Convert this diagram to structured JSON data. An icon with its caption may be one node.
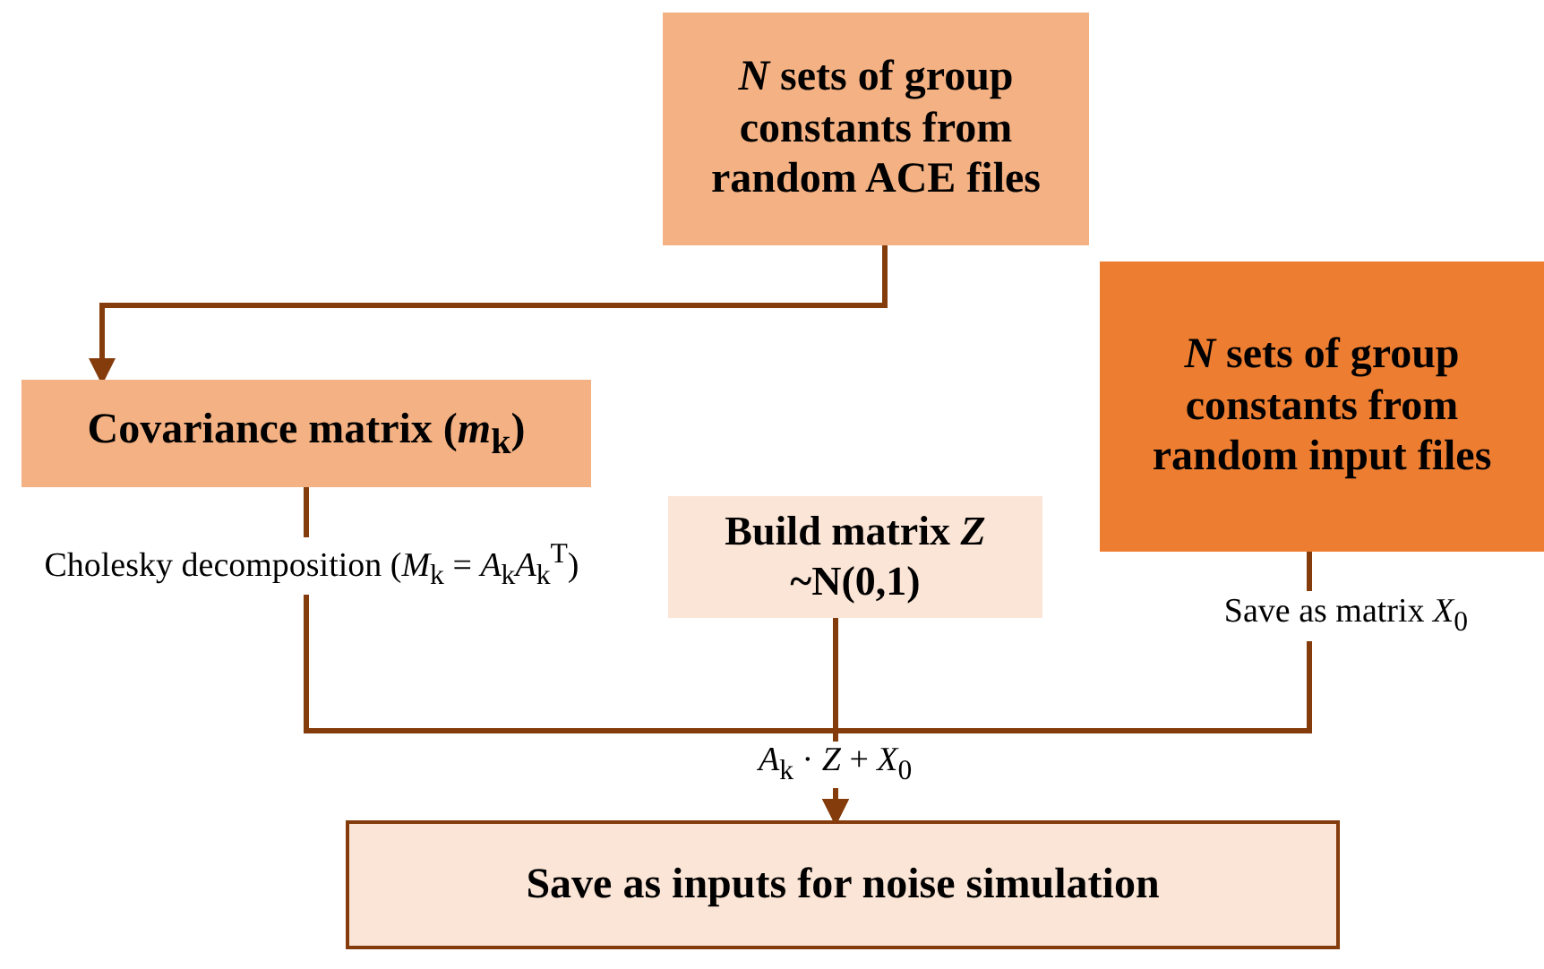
{
  "diagram": {
    "nodes": [
      {
        "text": [
          "*N* sets of group constants from random ACE files"
        ]
      },
      {
        "text": [
          "Covariance matrix (*m*$_{k}$)"
        ],
        "beside": [
          "Cholesky decomposition (*M*$_{k}$ = *A*$_{k}$*A*$_{k}$$^{T}$)"
        ]
      },
      {
        "text": [
          "Build matrix *Z* ~N(0,1)"
        ]
      },
      {
        "text": [
          "*N* sets of group constants from random input files"
        ],
        "beside": [
          "Save as matrix *X*$_{0}$"
        ]
      },
      {
        "text": [
          "Save as inputs for noise simulation"
        ]
      }
    ],
    "edges": [
      {
        "from": 0,
        "to": 1,
        "arrow": "to"
      },
      {
        "from": 1,
        "to": 4,
        "arrow": "to"
      },
      {
        "from": 2,
        "to": 4,
        "arrow": "to",
        "label": "*A*$_{k}$ · *Z* + *X*$_{0}$"
      },
      {
        "from": 3,
        "to": 4,
        "arrow": "to"
      }
    ]
  }
}
